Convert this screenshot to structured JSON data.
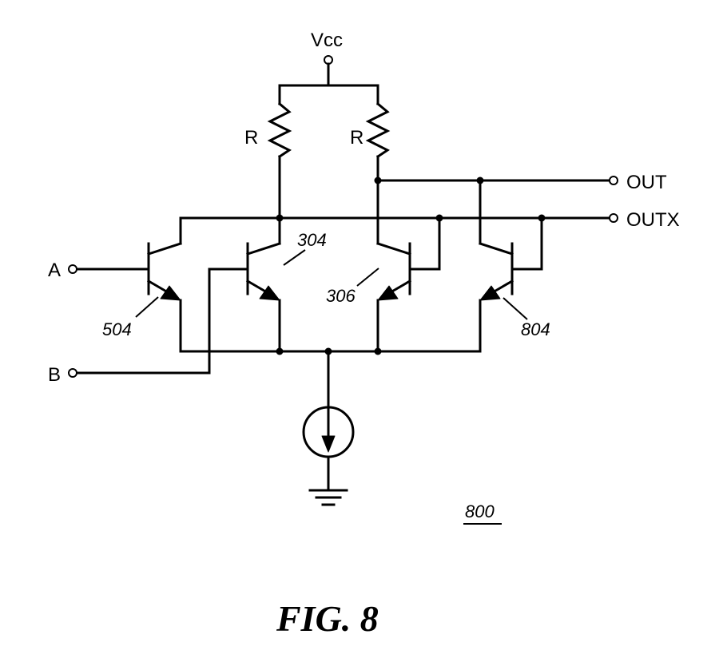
{
  "supply_label": "Vcc",
  "resistor_left_label": "R",
  "resistor_right_label": "R",
  "input_a_label": "A",
  "input_b_label": "B",
  "output_label": "OUT",
  "outputx_label": "OUTX",
  "refs": {
    "t504": "504",
    "t304": "304",
    "t306": "306",
    "t804": "804",
    "circuit": "800"
  },
  "figure_caption": "FIG. 8"
}
